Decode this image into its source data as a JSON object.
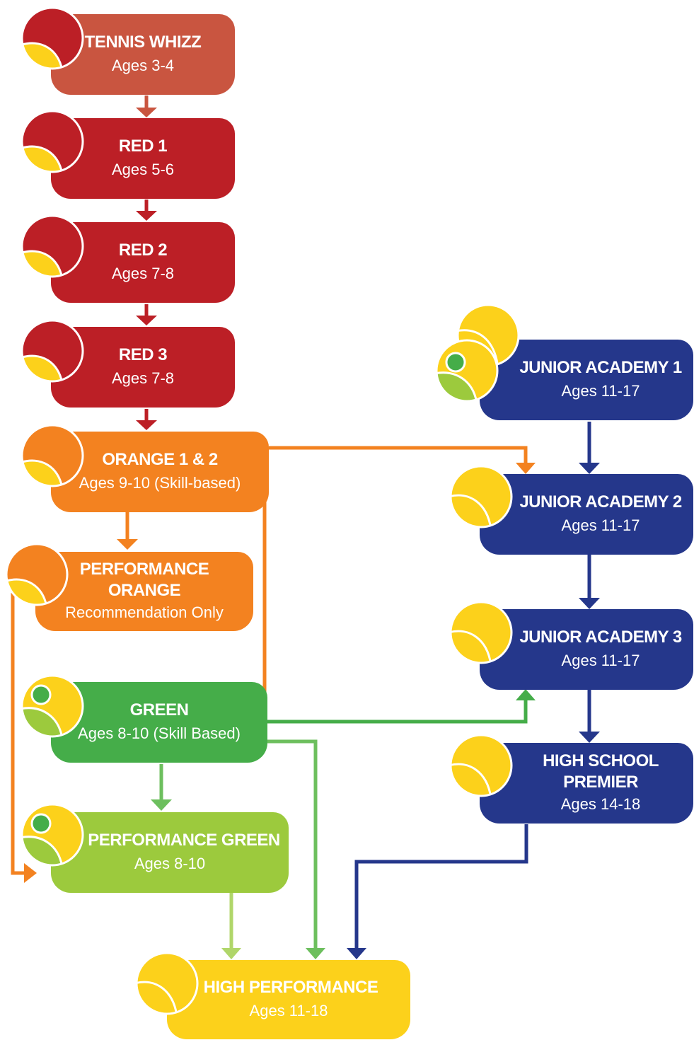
{
  "colors": {
    "tennis_whizz": "#c95540",
    "red": "#bc1f26",
    "orange": "#f38220",
    "green": "#45ad49",
    "performance_green": "#9cca3d",
    "blue": "#25378b",
    "yellow": "#fcd11b"
  },
  "nodes": {
    "tennis_whizz": {
      "title": "TENNIS WHIZZ",
      "sub": "Ages 3-4"
    },
    "red1": {
      "title": "RED 1",
      "sub": "Ages 5-6"
    },
    "red2": {
      "title": "RED 2",
      "sub": "Ages 7-8"
    },
    "red3": {
      "title": "RED 3",
      "sub": "Ages 7-8"
    },
    "orange12": {
      "title": "ORANGE 1 & 2",
      "sub": "Ages 9-10 (Skill-based)"
    },
    "perf_orange": {
      "title": "PERFORMANCE\nORANGE",
      "sub": "Recommendation Only"
    },
    "green": {
      "title": "GREEN",
      "sub": "Ages 8-10 (Skill Based)"
    },
    "perf_green": {
      "title": "PERFORMANCE GREEN",
      "sub": "Ages 8-10"
    },
    "high_perf": {
      "title": "HIGH PERFORMANCE",
      "sub": "Ages 11-18"
    },
    "ja1": {
      "title": "JUNIOR ACADEMY 1",
      "sub": "Ages 11-17"
    },
    "ja2": {
      "title": "JUNIOR ACADEMY 2",
      "sub": "Ages 11-17"
    },
    "ja3": {
      "title": "JUNIOR ACADEMY 3",
      "sub": "Ages 11-17"
    },
    "hs_premier": {
      "title": "HIGH SCHOOL\nPREMIER",
      "sub": "Ages 14-18"
    }
  }
}
